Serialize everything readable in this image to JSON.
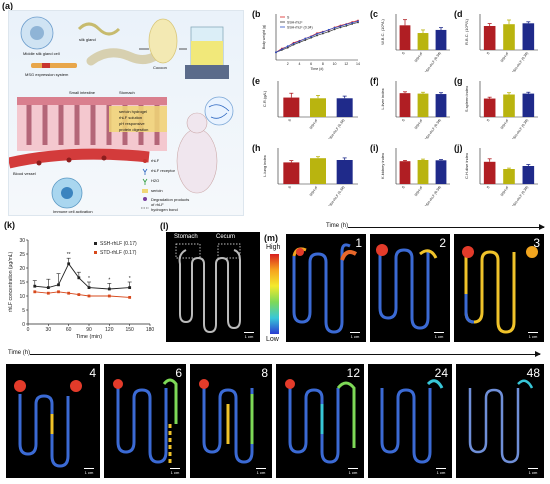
{
  "panels": {
    "a": "(a)",
    "b": "(b)",
    "c": "(c)",
    "d": "(d)",
    "e": "(e)",
    "f": "(f)",
    "g": "(g)",
    "h": "(h)",
    "i": "(i)",
    "j": "(j)",
    "k": "(k)",
    "l": "(l)",
    "m": "(m)"
  },
  "schematic": {
    "labels": {
      "gland_cell": "Middle silk gland cell",
      "silk_gland": "silk gland",
      "cocoon": "Cocoon",
      "expression": "MSG expression system",
      "small_intestine": "Small intestine",
      "stomach": "Stomach",
      "blood_vessel": "Blood vessel",
      "immune": "Immune cell activation",
      "sericin_hydrogel": "sericin hydrogel",
      "hlf_solution": "rhLF solution",
      "ph_resp": "pH responsive",
      "protein_digestion": "protein digestion"
    },
    "legend": [
      {
        "symbol": "dot-red",
        "text": "rhLF"
      },
      {
        "symbol": "y",
        "text": "rhLF receptor"
      },
      {
        "symbol": "y-green",
        "text": "H2O"
      },
      {
        "symbol": "rect-yellow",
        "text": "sericin"
      },
      {
        "symbol": "dot-purple",
        "text": "Degradation products of rhLF"
      },
      {
        "symbol": "dash",
        "text": "hydrogen bond"
      }
    ]
  },
  "bars_common": {
    "categories": [
      "S",
      "SSH-rF",
      "SSH-rhLF (0.34)"
    ],
    "colors": [
      "#b01e23",
      "#b9b40f",
      "#1f2a8a"
    ]
  },
  "chart_data": [
    {
      "id": "b",
      "type": "line",
      "ylabel": "Body weight (g)",
      "xlabel": "Time (d)",
      "x": [
        0,
        1,
        2,
        3,
        4,
        5,
        6,
        7,
        8,
        9,
        10,
        11,
        12,
        13,
        14
      ],
      "series": [
        {
          "name": "S",
          "color": "#d92323",
          "values": [
            16,
            17,
            17.5,
            18.5,
            19,
            19.6,
            20.2,
            21,
            21.4,
            21.8,
            22.5,
            23,
            23.4,
            23.9,
            24.3
          ]
        },
        {
          "name": "SSH-rhLF",
          "color": "#3a3a3a",
          "values": [
            16,
            16.6,
            17.2,
            18,
            18.6,
            19.2,
            19.8,
            20.4,
            20.9,
            21.4,
            22,
            22.5,
            22.9,
            23.4,
            23.8
          ]
        },
        {
          "name": "SSH-rhLF (0.34)",
          "color": "#2a50c8",
          "values": [
            16,
            16.8,
            17.6,
            18.3,
            18.9,
            19.6,
            20.1,
            20.8,
            21.3,
            21.9,
            22.4,
            22.8,
            23.3,
            23.7,
            24.1
          ]
        }
      ],
      "xticks": [
        2,
        4,
        6,
        8,
        10,
        12,
        14
      ]
    },
    {
      "id": "c",
      "type": "bar",
      "ylabel": "W.B.C. (10⁹/L)",
      "values": [
        9.6,
        6.6,
        7.8
      ],
      "errors": [
        2.2,
        1.2,
        0.9
      ],
      "ylim": [
        0,
        14
      ]
    },
    {
      "id": "d",
      "type": "bar",
      "ylabel": "R.B.C. (10¹²/L)",
      "values": [
        8.0,
        8.6,
        8.9
      ],
      "errors": [
        0.8,
        1.4,
        0.5
      ],
      "ylim": [
        0,
        12
      ]
    },
    {
      "id": "e",
      "type": "bar",
      "ylabel": "C.R.(g/L)",
      "values": [
        27,
        26,
        26
      ],
      "errors": [
        6,
        4,
        3
      ],
      "ylim": [
        0,
        50
      ]
    },
    {
      "id": "f",
      "type": "bar",
      "ylabel": "L.liver index",
      "values": [
        5.3,
        5.2,
        5.1
      ],
      "errors": [
        0.3,
        0.3,
        0.3
      ],
      "ylim": [
        0,
        8
      ]
    },
    {
      "id": "g",
      "type": "bar",
      "ylabel": "S.spleen index",
      "values": [
        0.41,
        0.5,
        0.52
      ],
      "errors": [
        0.03,
        0.04,
        0.03
      ],
      "ylim": [
        0,
        0.8
      ]
    },
    {
      "id": "h",
      "type": "bar",
      "ylabel": "L.lung index",
      "values": [
        0.72,
        0.86,
        0.8
      ],
      "errors": [
        0.06,
        0.05,
        0.07
      ],
      "ylim": [
        0,
        1.2
      ]
    },
    {
      "id": "i",
      "type": "bar",
      "ylabel": "K.kidney index",
      "values": [
        1.52,
        1.6,
        1.58
      ],
      "errors": [
        0.05,
        0.06,
        0.05
      ],
      "ylim": [
        0,
        2.4
      ]
    },
    {
      "id": "j",
      "type": "bar",
      "ylabel": "C.H.dise index",
      "values": [
        0.74,
        0.5,
        0.6
      ],
      "errors": [
        0.1,
        0.03,
        0.05
      ],
      "ylim": [
        0,
        1.2
      ]
    },
    {
      "id": "k",
      "type": "line",
      "ylabel": "rhLF concentration (μg/mL)",
      "xlabel": "Time (min)",
      "x": [
        10,
        30,
        45,
        60,
        75,
        90,
        120,
        150
      ],
      "series": [
        {
          "name": "SSH-rhLF (0.17)",
          "color": "#222222",
          "values": [
            13.5,
            13,
            14,
            21.5,
            16.5,
            13,
            12.5,
            13
          ]
        },
        {
          "name": "STD-rhLF (0.17)",
          "color": "#d7481b",
          "values": [
            11.5,
            11,
            11.5,
            11,
            10.5,
            10,
            10,
            9.5
          ]
        }
      ],
      "errors_top": [
        2,
        3,
        4,
        2,
        2,
        2,
        2,
        2
      ],
      "ylim": [
        0,
        30
      ],
      "yticks": [
        0,
        5,
        10,
        15,
        20,
        25,
        30
      ],
      "xticks": [
        0,
        30,
        60,
        90,
        120,
        150,
        180
      ],
      "sig": [
        "**",
        "*",
        "*",
        "*"
      ]
    }
  ],
  "imaging": {
    "l": {
      "stomach": "Stomach",
      "cecum": "Cecum",
      "scale": "1 cm"
    },
    "colorbar": {
      "high": "High",
      "low": "Low"
    },
    "time_label": "Time (h)",
    "frames": [
      "1",
      "2",
      "3",
      "4",
      "6",
      "8",
      "12",
      "24",
      "48"
    ],
    "scale": "1 cm"
  }
}
